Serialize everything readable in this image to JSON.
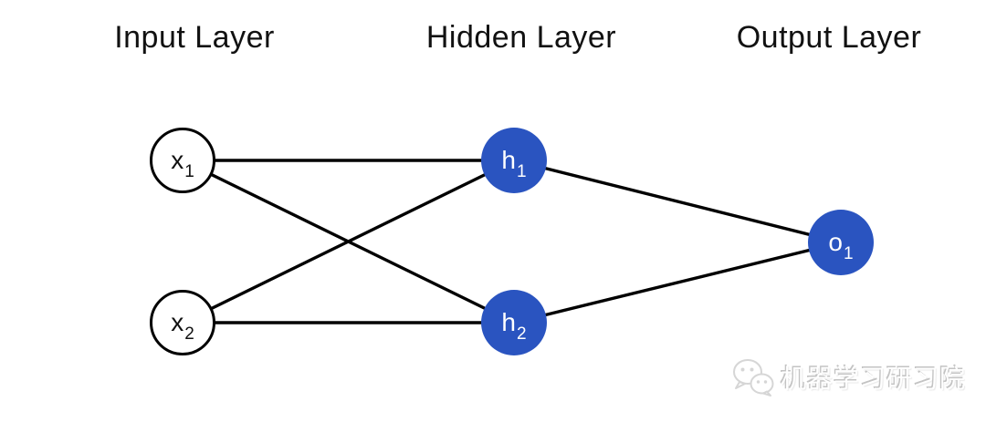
{
  "titles": {
    "input": "Input Layer",
    "hidden": "Hidden Layer",
    "output": "Output Layer"
  },
  "nodes": {
    "x1": {
      "base": "x",
      "sub": "1"
    },
    "x2": {
      "base": "x",
      "sub": "2"
    },
    "h1": {
      "base": "h",
      "sub": "1"
    },
    "h2": {
      "base": "h",
      "sub": "2"
    },
    "o1": {
      "base": "o",
      "sub": "1"
    }
  },
  "edges": [
    [
      "x1",
      "h1"
    ],
    [
      "x1",
      "h2"
    ],
    [
      "x2",
      "h1"
    ],
    [
      "x2",
      "h2"
    ],
    [
      "h1",
      "o1"
    ],
    [
      "h2",
      "o1"
    ]
  ],
  "colors": {
    "node_fill_blue": "#2a54c0",
    "node_fill_white": "#ffffff",
    "node_text_on_blue": "#ffffff",
    "edge_stroke": "#000000",
    "title_text": "#111111",
    "watermark_gray": "#d6d6d6"
  },
  "watermark": {
    "icon": "wechat-icon",
    "text": "机器学习研习院"
  }
}
